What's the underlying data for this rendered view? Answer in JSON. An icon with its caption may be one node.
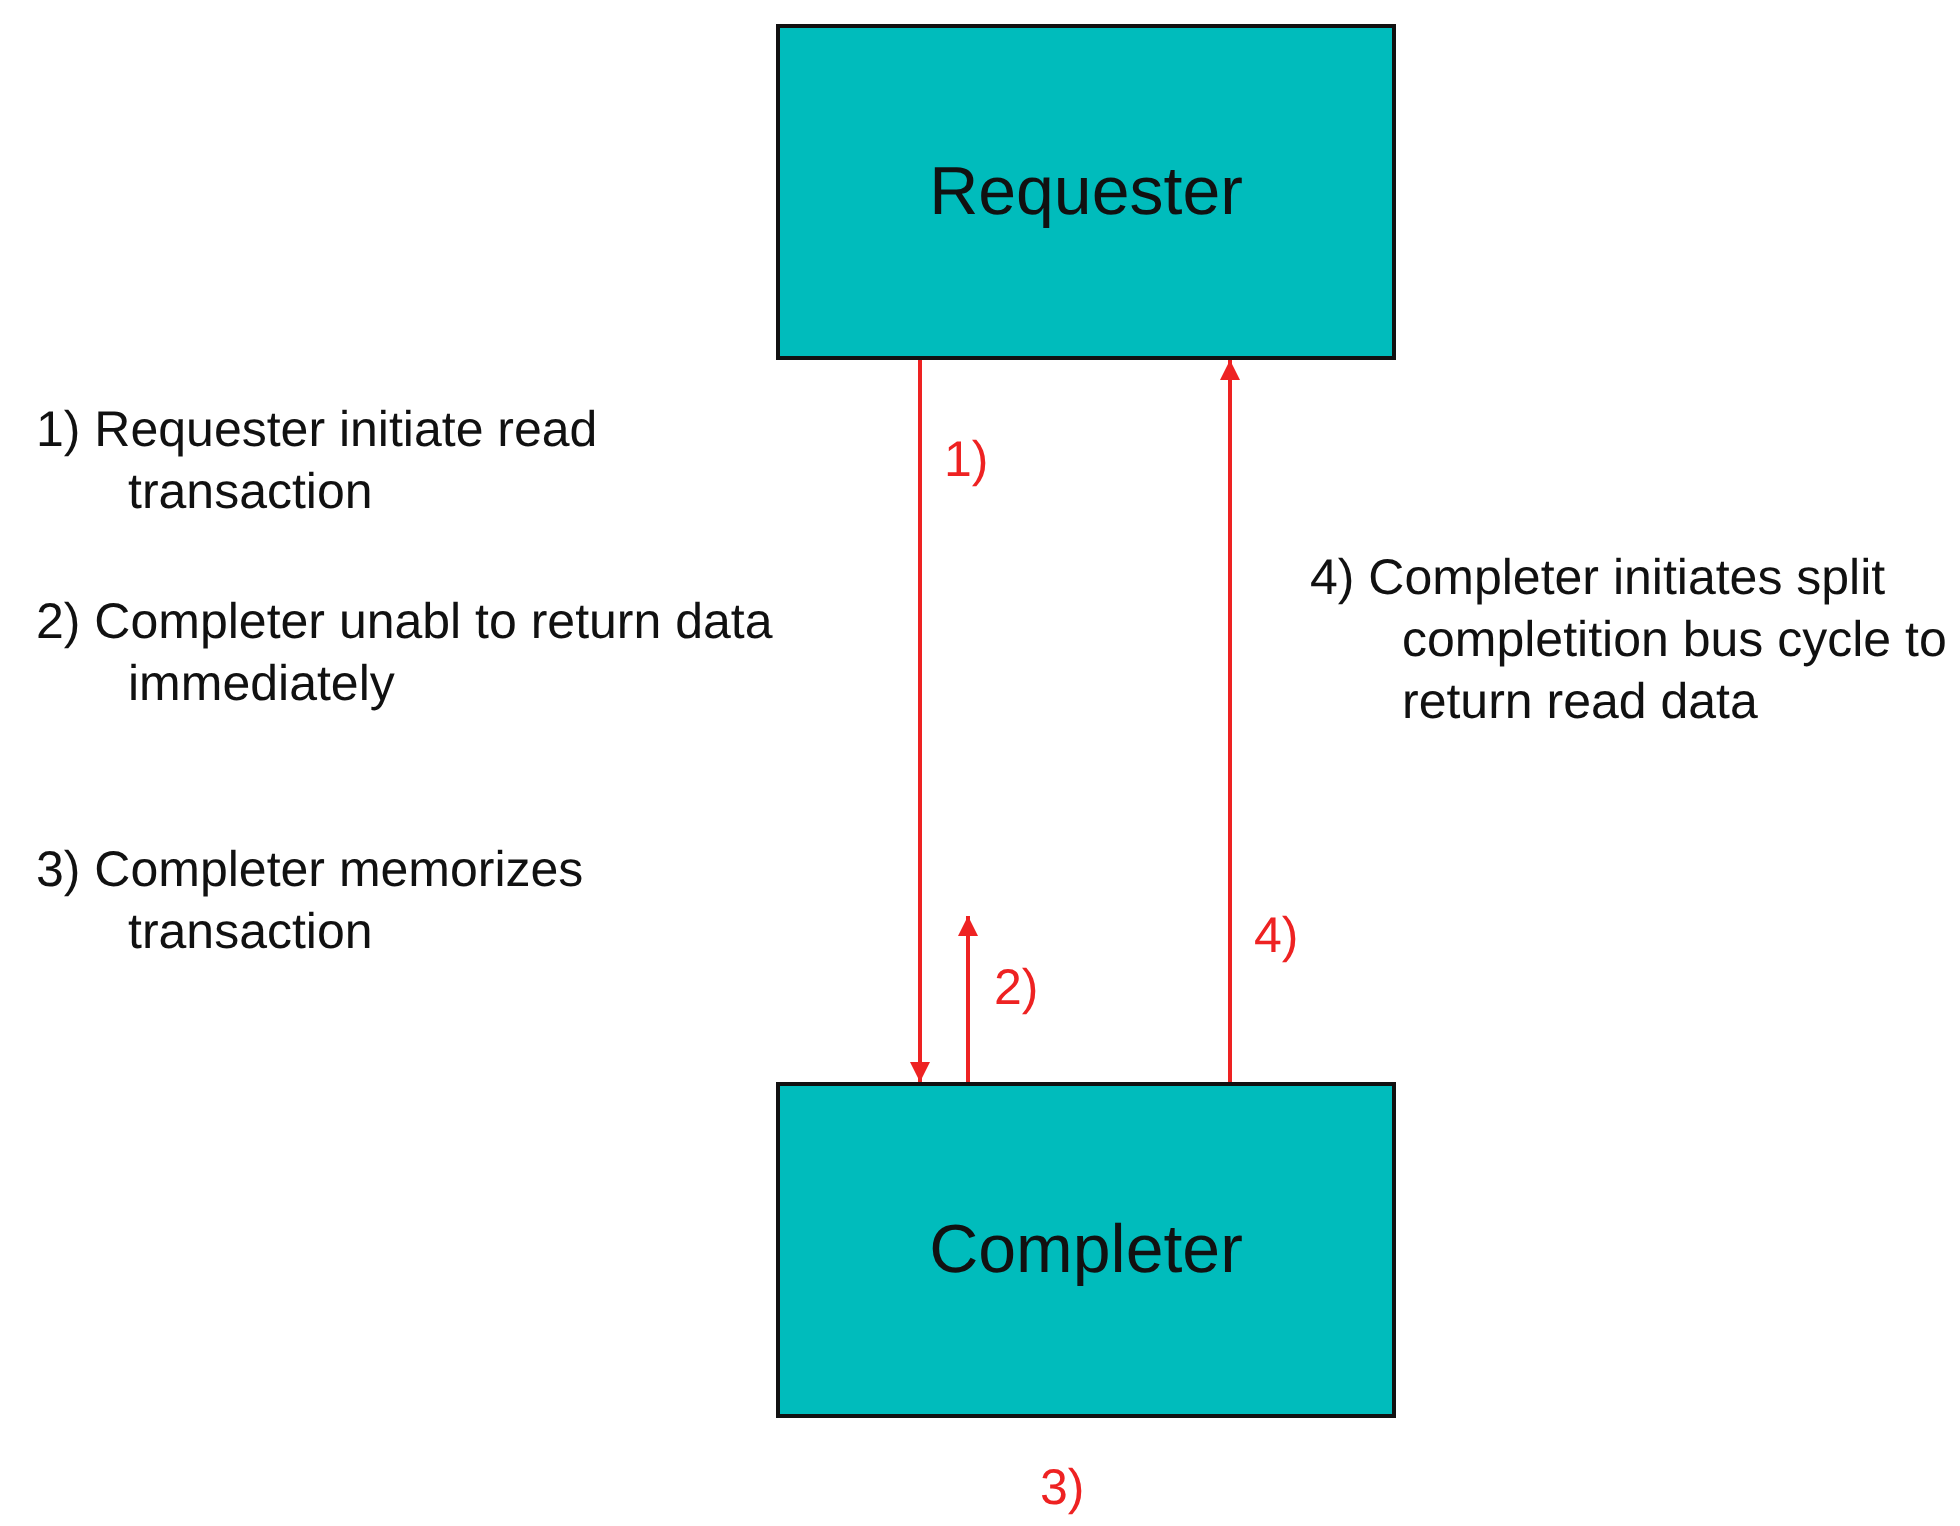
{
  "diagram": {
    "nodes": [
      {
        "text": [
          "Requester"
        ]
      },
      {
        "text": [
          "Completer"
        ]
      }
    ],
    "edges": [
      {
        "from": 0,
        "to": 1,
        "arrow": "to",
        "label": "1)"
      },
      {
        "from": 1,
        "to": null,
        "arrow": "to",
        "label": "2)"
      },
      {
        "from": 1,
        "to": 0,
        "arrow": "to",
        "label": "4)"
      }
    ],
    "labels": [
      "1) Requester initiate read transaction",
      "2) Completer unabl to return data immediately",
      "3) Completer memorizes transaction",
      "4) Completer initiates split completition bus cycle to return read data",
      "3)"
    ]
  }
}
